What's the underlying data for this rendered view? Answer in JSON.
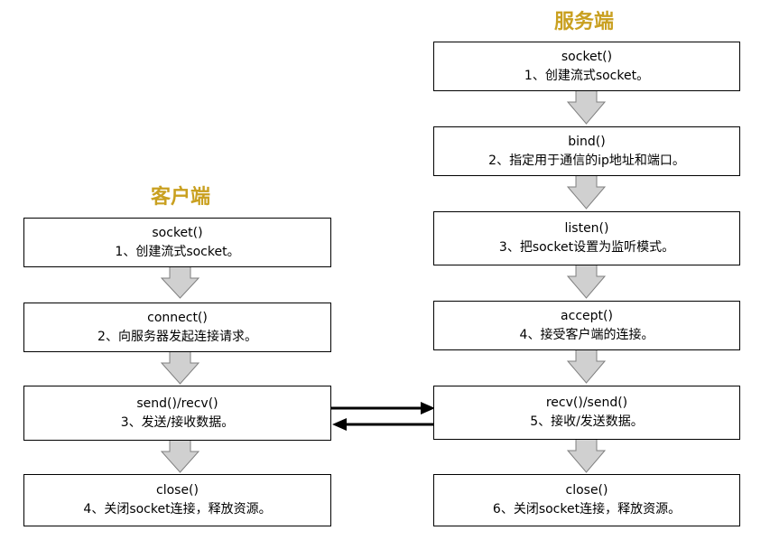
{
  "client": {
    "title": "客户端",
    "steps": [
      {
        "call": "socket()",
        "desc": "1、创建流式socket。"
      },
      {
        "call": "connect()",
        "desc": "2、向服务器发起连接请求。"
      },
      {
        "call": "send()/recv()",
        "desc": "3、发送/接收数据。"
      },
      {
        "call": "close()",
        "desc": "4、关闭socket连接，释放资源。"
      }
    ]
  },
  "server": {
    "title": "服务端",
    "steps": [
      {
        "call": "socket()",
        "desc": "1、创建流式socket。"
      },
      {
        "call": "bind()",
        "desc": "2、指定用于通信的ip地址和端口。"
      },
      {
        "call": "listen()",
        "desc": "3、把socket设置为监听模式。"
      },
      {
        "call": "accept()",
        "desc": "4、接受客户端的连接。"
      },
      {
        "call": "recv()/send()",
        "desc": "5、接收/发送数据。"
      },
      {
        "call": "close()",
        "desc": "6、关闭socket连接，释放资源。"
      }
    ]
  },
  "colors": {
    "title": "#c9a020",
    "flow_arrow_fill": "#d0d0d0",
    "flow_arrow_stroke": "#7f7f7f",
    "exchange_arrow": "#000000"
  }
}
